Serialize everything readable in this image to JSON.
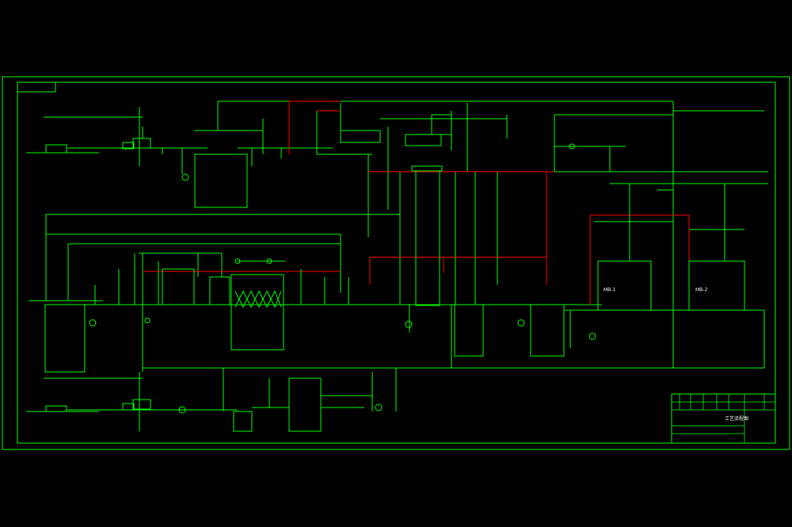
{
  "colors": {
    "background": "#000000",
    "pipe": "#00ff00",
    "accent_pipe": "#ff0000",
    "text": "#ffffff"
  },
  "labels": {
    "tank_mb1": "MB-1",
    "tank_mb2": "MB-2",
    "title_block_title": "工艺流程图"
  }
}
